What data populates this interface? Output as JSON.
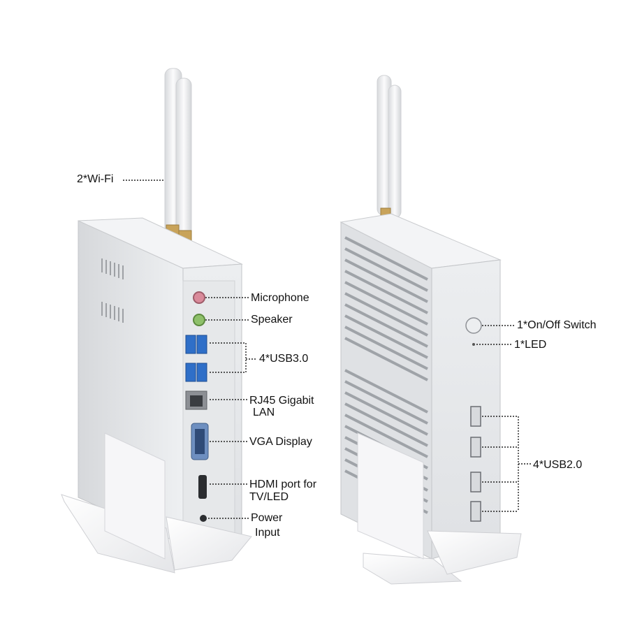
{
  "callouts": {
    "wifi": "2*Wi-Fi",
    "microphone": "Microphone",
    "speaker": "Speaker",
    "usb3": "4*USB3.0",
    "rj45_line1": "RJ45 Gigabit",
    "rj45_line2": "LAN",
    "vga": "VGA Display",
    "hdmi_line1": "HDMI port for",
    "hdmi_line2": "TV/LED",
    "power_line1": "Power",
    "power_line2": "Input",
    "switch": "1*On/Off Switch",
    "led": "1*LED",
    "usb2": "4*USB2.0"
  },
  "colors": {
    "case_silver": "#e4e6e8",
    "case_shadow": "#c9cbce",
    "usb3_blue": "#2f6fc8",
    "mic_pink": "#d98a9a",
    "speaker_green": "#8ec06a",
    "vga_blue": "#6e8fc0",
    "stand_white": "#f2f2f4"
  }
}
